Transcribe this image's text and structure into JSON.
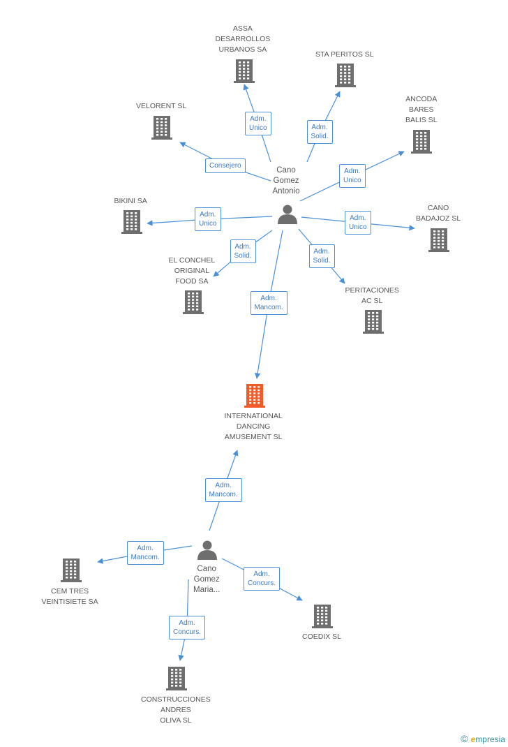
{
  "colors": {
    "edge": "#4a90d9",
    "company": "#6e6e6e",
    "focus": "#f15a29",
    "person": "#6e6e6e"
  },
  "persons": [
    {
      "id": "p1",
      "name": [
        "Cano",
        "Gomez",
        "Antonio"
      ]
    },
    {
      "id": "p2",
      "name": [
        "Cano",
        "Gomez",
        "Maria..."
      ]
    }
  ],
  "companies": [
    {
      "id": "assa",
      "name": [
        "ASSA",
        "DESARROLLOS",
        "URBANOS SA"
      ]
    },
    {
      "id": "sta",
      "name": [
        "STA PERITOS SL"
      ]
    },
    {
      "id": "velorent",
      "name": [
        "VELORENT SL"
      ]
    },
    {
      "id": "ancoda",
      "name": [
        "ANCODA",
        "BARES",
        "BALIS SL"
      ]
    },
    {
      "id": "bikini",
      "name": [
        "BIKINI SA"
      ]
    },
    {
      "id": "canobad",
      "name": [
        "CANO",
        "BADAJOZ SL"
      ]
    },
    {
      "id": "conchel",
      "name": [
        "EL CONCHEL",
        "ORIGINAL",
        "FOOD SA"
      ]
    },
    {
      "id": "peritaciones",
      "name": [
        "PERITACIONES",
        "AC SL"
      ]
    },
    {
      "id": "ida",
      "name": [
        "INTERNATIONAL",
        "DANCING",
        "AMUSEMENT SL"
      ],
      "focus": true
    },
    {
      "id": "cemtres",
      "name": [
        "CEM TRES",
        "VEINTISIETE SA"
      ]
    },
    {
      "id": "coedix",
      "name": [
        "COEDIX SL"
      ]
    },
    {
      "id": "construcciones",
      "name": [
        "CONSTRUCCIONES",
        "ANDRES",
        "OLIVA SL"
      ]
    }
  ],
  "relations": [
    {
      "from": "p1",
      "to": "assa",
      "label": [
        "Adm.",
        "Unico"
      ]
    },
    {
      "from": "p1",
      "to": "sta",
      "label": [
        "Adm.",
        "Solid."
      ]
    },
    {
      "from": "p1",
      "to": "velorent",
      "label": [
        "Consejero"
      ]
    },
    {
      "from": "p1",
      "to": "ancoda",
      "label": [
        "Adm.",
        "Unico"
      ]
    },
    {
      "from": "p1",
      "to": "bikini",
      "label": [
        "Adm.",
        "Unico"
      ]
    },
    {
      "from": "p1",
      "to": "canobad",
      "label": [
        "Adm.",
        "Unico"
      ]
    },
    {
      "from": "p1",
      "to": "conchel",
      "label": [
        "Adm.",
        "Solid."
      ]
    },
    {
      "from": "p1",
      "to": "peritaciones",
      "label": [
        "Adm.",
        "Solid."
      ]
    },
    {
      "from": "p1",
      "to": "ida",
      "label": [
        "Adm.",
        "Mancom."
      ]
    },
    {
      "from": "p2",
      "to": "ida",
      "label": [
        "Adm.",
        "Mancom."
      ]
    },
    {
      "from": "p2",
      "to": "cemtres",
      "label": [
        "Adm.",
        "Mancom."
      ]
    },
    {
      "from": "p2",
      "to": "coedix",
      "label": [
        "Adm.",
        "Concurs."
      ]
    },
    {
      "from": "p2",
      "to": "construcciones",
      "label": [
        "Adm.",
        "Concurs."
      ]
    }
  ],
  "footer": {
    "copyright": "©",
    "brand_initial": "e",
    "brand_rest": "mpresia"
  }
}
